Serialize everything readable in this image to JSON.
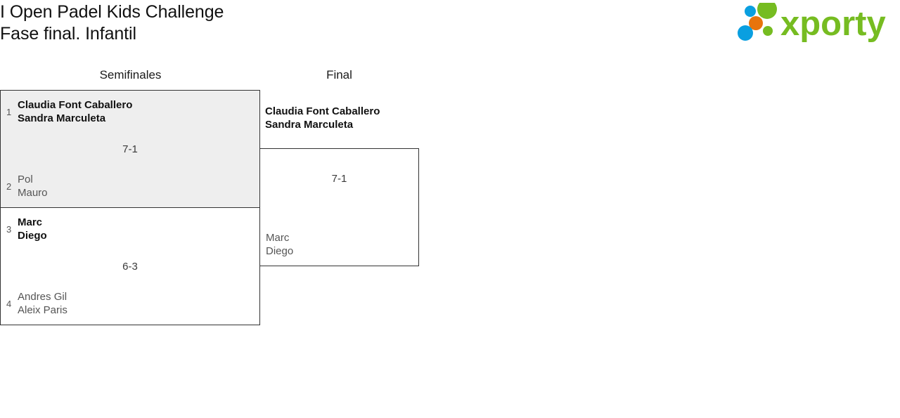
{
  "header": {
    "title_line1": "I Open Padel Kids Challenge",
    "title_line2": "Fase final. Infantil",
    "logo_text": "xporty",
    "logo_colors": {
      "green": "#76bc21",
      "orange": "#e8740c",
      "blue": "#0a9fe0"
    }
  },
  "bracket": {
    "rounds": [
      {
        "id": "semifinals",
        "label": "Semifinales"
      },
      {
        "id": "final",
        "label": "Final"
      }
    ],
    "semifinals": [
      {
        "score": "7-1",
        "winner": {
          "seed": "1",
          "player1": "Claudia Font Caballero",
          "player2": "Sandra Marculeta"
        },
        "loser": {
          "seed": "2",
          "player1": "Pol",
          "player2": "Mauro"
        }
      },
      {
        "score": "6-3",
        "winner": {
          "seed": "3",
          "player1": "Marc",
          "player2": "Diego"
        },
        "loser": {
          "seed": "4",
          "player1": "Andres Gil",
          "player2": "Aleix Paris"
        }
      }
    ],
    "final": {
      "score": "7-1",
      "winner": {
        "player1": "Claudia Font Caballero",
        "player2": "Sandra Marculeta"
      },
      "loser": {
        "player1": "Marc",
        "player2": "Diego"
      }
    }
  }
}
